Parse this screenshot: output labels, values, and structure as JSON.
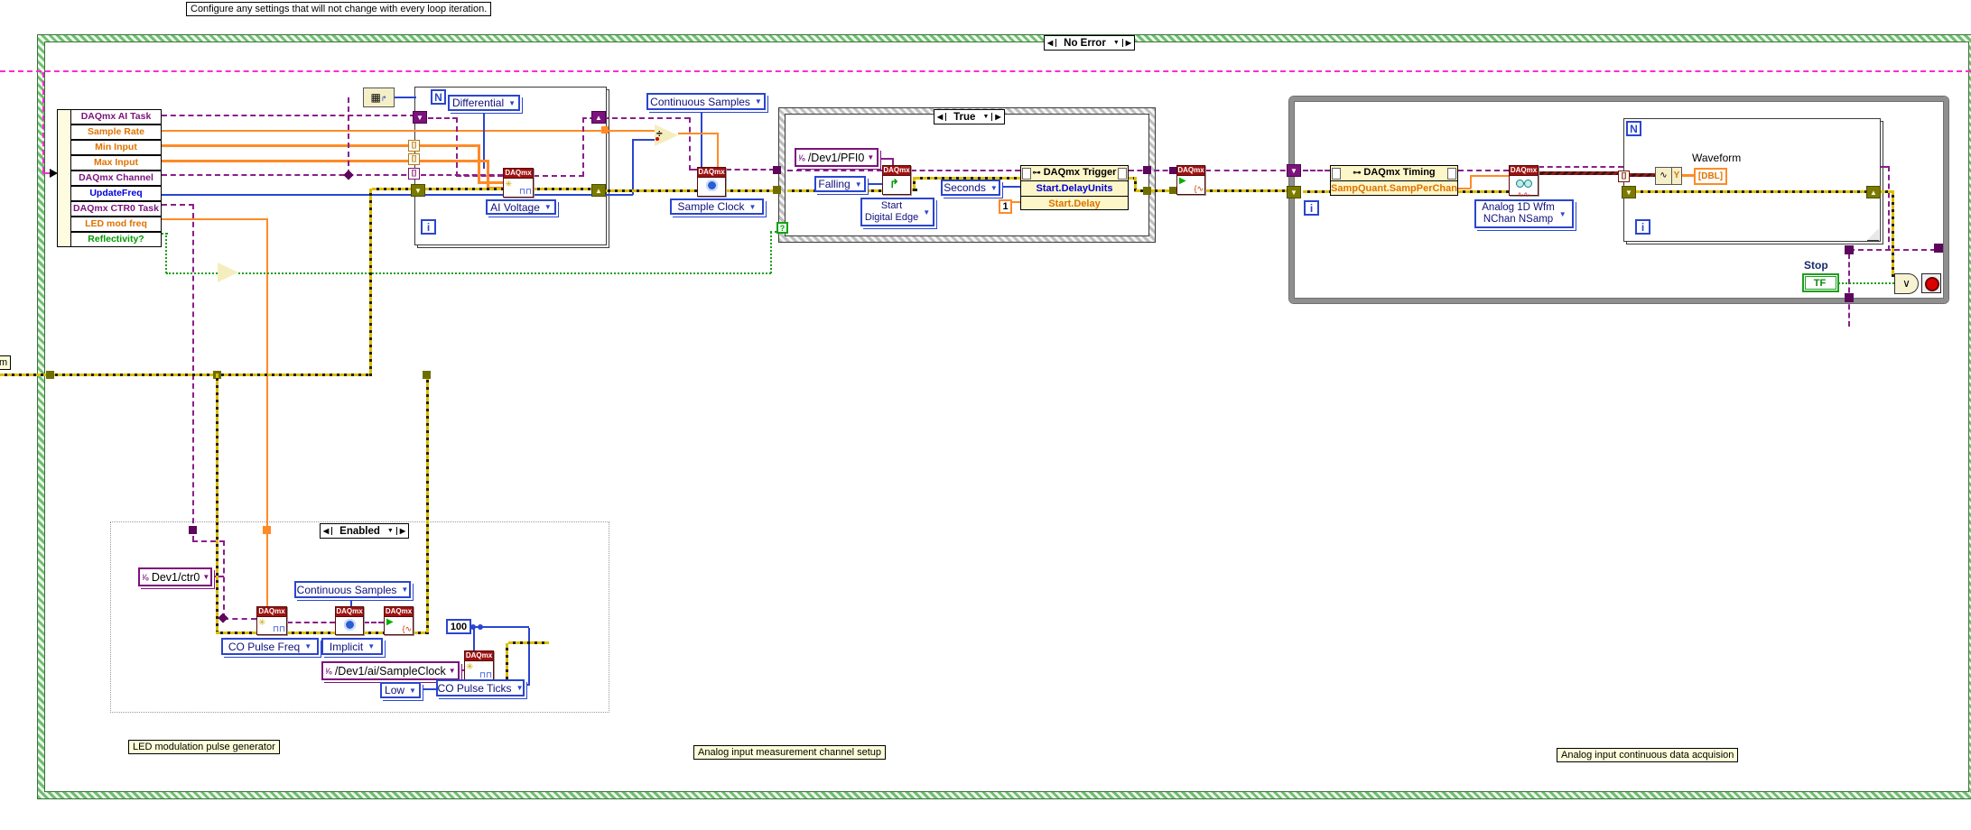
{
  "comment_top": "Configure any settings that will not change with every loop iteration.",
  "outer_case": {
    "label": "No Error"
  },
  "glyphs": {
    "case_left": "◀",
    "case_right": "▶",
    "dropdown": "▼",
    "io": "ᴵ⁄ₒ",
    "brackets": "[]",
    "divide": "÷",
    "or": "∨",
    "wave": "∿",
    "play": "▶",
    "star": "✳",
    "pulse": "⊓⊓",
    "updown": "↔",
    "edge": "↱",
    "grid": "▦",
    "brace_wave": "{∿",
    "selector_q": "?",
    "key": "⊶",
    "read_wave": "∿∿",
    "arrow": "➔"
  },
  "daqmx": {
    "header": "DAQmx"
  },
  "cluster": {
    "items": [
      {
        "label": "DAQmx AI Task"
      },
      {
        "label": "Sample Rate"
      },
      {
        "label": "Min Input"
      },
      {
        "label": "Max Input"
      },
      {
        "label": "DAQmx Channel"
      },
      {
        "label": "UpdateFreq"
      },
      {
        "label": "DAQmx CTR0 Task"
      },
      {
        "label": "LED mod freq"
      },
      {
        "label": "Reflectivity?"
      }
    ]
  },
  "channel_loop": {
    "count": "N",
    "iter": "i",
    "terminal_config": "Differential",
    "channel_type": "AI Voltage"
  },
  "timing": {
    "sample_mode": "Continuous Samples",
    "clock_type": "Sample Clock"
  },
  "trigger": {
    "case_label": "True",
    "source": "/Dev1/PFI0",
    "edge": "Falling",
    "vi_line1": "Start",
    "vi_line2": "Digital Edge",
    "units": "Seconds",
    "delay": "1",
    "node_title": "DAQmx Trigger",
    "row1": "Start.DelayUnits",
    "row2": "Start.Delay"
  },
  "acq": {
    "node_title": "DAQmx Timing",
    "row1": "SampQuant.SampPerChan",
    "read_line1": "Analog 1D Wfm",
    "read_line2": "NChan NSamp",
    "count": "N",
    "iter": "i",
    "loop_iter": "i",
    "wfm_label": "Waveform",
    "wfm_type": "[DBL]",
    "component": "Y",
    "stop_label": "Stop",
    "stop_value": "TF"
  },
  "pulse": {
    "case_label": "Enabled",
    "counter": "Dev1/ctr0",
    "sample_mode": "Continuous Samples",
    "freq_type": "CO Pulse Freq",
    "timing_type": "Implicit",
    "ticks": "100",
    "clock_src": "/Dev1/ai/SampleClock",
    "idle": "Low",
    "ticks_type": "CO Pulse Ticks"
  },
  "labels": {
    "led": "LED modulation pulse generator",
    "setup": "Analog input measurement channel setup",
    "acq": "Analog input continuous data acquision",
    "fragment": "m"
  },
  "colors": {
    "task_wire": "#8a1f8a",
    "ref_wire": "#ff2ad4",
    "dbl_wire": "#ff8a26",
    "int_wire": "#2a46cf",
    "bool_wire": "#15a015",
    "error_yellow": "#ddbe00",
    "waveform_wire": "#8c1a1a",
    "vi_header_bg": "#9e1111",
    "structure_gray": "#8f8f8f",
    "no_error_green": "#79c779"
  }
}
